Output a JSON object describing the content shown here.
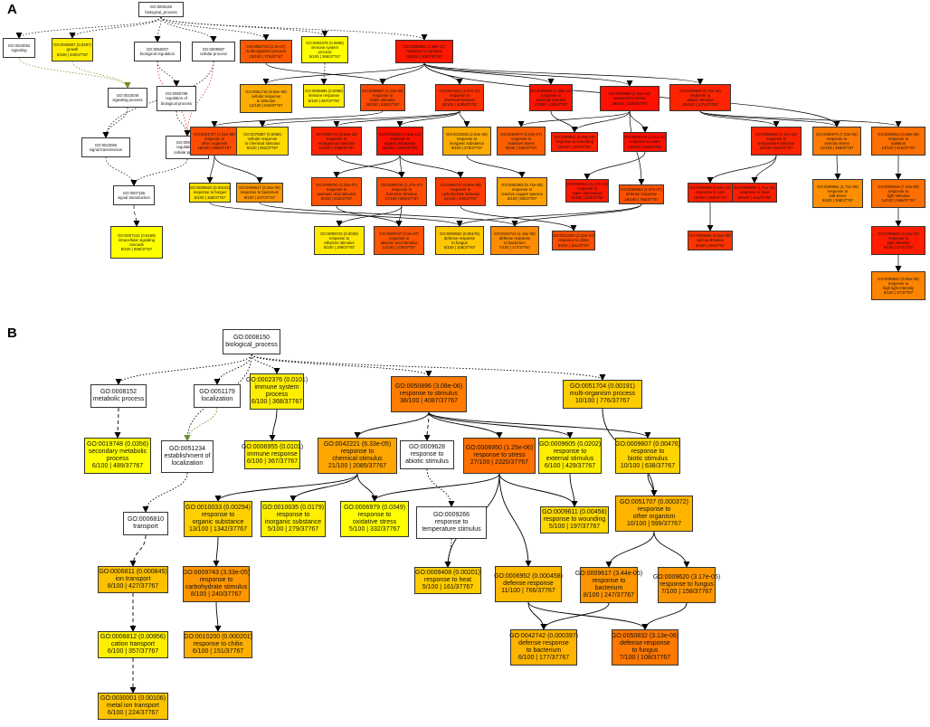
{
  "panels": [
    {
      "label": "A",
      "nodes": [
        {
          "id": "a0",
          "lines": [
            "GO:0008150",
            "biological_process"
          ],
          "color": "#ffffff"
        },
        {
          "id": "a1",
          "lines": [
            "GO:0023052",
            "signaling"
          ],
          "color": "#ffffff"
        },
        {
          "id": "a2",
          "lines": [
            "GO:0040007 (0.0297)",
            "growth",
            "5/100 | 340/37767"
          ],
          "color": "#ffee00"
        },
        {
          "id": "a3",
          "lines": [
            "GO:0065007",
            "biological regulation"
          ],
          "color": "#ffffff"
        },
        {
          "id": "a4",
          "lines": [
            "GO:0009987",
            "cellular process"
          ],
          "color": "#ffffff"
        },
        {
          "id": "a5",
          "lines": [
            "GO:0051704 (2.2e-07)",
            "multi-organism process",
            "13/100 | 776/37767"
          ],
          "color": "#ff5a00"
        },
        {
          "id": "a6",
          "lines": [
            "GO:0002376 (0.0598)",
            "immune system",
            "process",
            "5/100 | 368/37767"
          ],
          "color": "#ffff00"
        },
        {
          "id": "a7",
          "lines": [
            "GO:0050896 (1.06e-17)",
            "response to stimulus",
            "38/100 | 4087/37767"
          ],
          "color": "#ff1800"
        },
        {
          "id": "a8",
          "lines": [
            "GO:0023046",
            "signaling process"
          ],
          "color": "#ffffff"
        },
        {
          "id": "a9",
          "lines": [
            "GO:0050789",
            "regulation of",
            "biological process"
          ],
          "color": "#ffffff"
        },
        {
          "id": "a10",
          "lines": [
            "GO:0051716 (8.55e-05)",
            "cellular response",
            "to stimulus",
            "12/100 | 840/37767"
          ],
          "color": "#ffae00"
        },
        {
          "id": "a11",
          "lines": [
            "GO:0006955 (0.0098)",
            "immune response",
            "5/100 | 367/37767"
          ],
          "color": "#ffee00"
        },
        {
          "id": "a12",
          "lines": [
            "GO:0009607 (2.24e-09)",
            "response to",
            "biotic stimulus",
            "18/100 | 638/37767"
          ],
          "color": "#ff4800"
        },
        {
          "id": "a13",
          "lines": [
            "GO:0042221 (3.47e-11)",
            "response to",
            "chemical stimulus",
            "32/100 | 2085/37767"
          ],
          "color": "#ff3000"
        },
        {
          "id": "a14",
          "lines": [
            "GO:0009605 (1.05e-10)",
            "response to",
            "external stimulus",
            "17/100 | 429/37767"
          ],
          "color": "#ff1400"
        },
        {
          "id": "a15",
          "lines": [
            "GO:0006950 (1.36e-13)",
            "response to stress",
            "38/100 | 2320/37767"
          ],
          "color": "#ff1000"
        },
        {
          "id": "a16",
          "lines": [
            "GO:0009628 (5.72e-10)",
            "response to",
            "abiotic stimulus",
            "25/100 | 1471/37767"
          ],
          "color": "#ff2400"
        },
        {
          "id": "a17",
          "lines": [
            "GO:0023060",
            "signal transmission"
          ],
          "color": "#ffffff"
        },
        {
          "id": "a18",
          "lines": [
            "GO:0050794",
            "regulation of",
            "cellular process"
          ],
          "color": "#ffffff"
        },
        {
          "id": "a19",
          "lines": [
            "GO:0051707 (1.01e-08)",
            "response to",
            "other organism",
            "15/100 | 599/37767"
          ],
          "color": "#ff4c00"
        },
        {
          "id": "a20",
          "lines": [
            "GO:0070887 (0.0066)",
            "cellular response",
            "to chemical stimulus",
            "6/100 | 452/37767"
          ],
          "color": "#ffda00"
        },
        {
          "id": "a21",
          "lines": [
            "GO:0009719 (6.53e-10)",
            "response to",
            "endogenous stimulus",
            "21/100 | 1098/37767"
          ],
          "color": "#ff2200"
        },
        {
          "id": "a22",
          "lines": [
            "GO:0010033 (3.56e-14)",
            "response to",
            "organic substance",
            "32/100 | 1342/37767"
          ],
          "color": "#ff1000"
        },
        {
          "id": "a23",
          "lines": [
            "GO:0010035 (2.04e-05)",
            "response to",
            "inorganic substance",
            "8/100 | 279/37767"
          ],
          "color": "#ffaa00"
        },
        {
          "id": "a24",
          "lines": [
            "GO:0006979 (3.04e-07)",
            "response to",
            "oxidative stress",
            "9/100 | 332/37767"
          ],
          "color": "#ff5e00"
        },
        {
          "id": "a25",
          "lines": [
            "GO:0009611 (5.93e-10)",
            "response to wounding",
            "11/100 | 197/37767"
          ],
          "color": "#ff1e00"
        },
        {
          "id": "a26",
          "lines": [
            "GO:0009415 (1.41e-11)",
            "response to water",
            "12/100 | 240/37767"
          ],
          "color": "#ff1000"
        },
        {
          "id": "a27",
          "lines": [
            "GO:0009266 (1.17e-10)",
            "response to",
            "temperature stimulus",
            "16/100 | 593/37767"
          ],
          "color": "#ff2400"
        },
        {
          "id": "a28",
          "lines": [
            "GO:0006970 (7.23e-06)",
            "response to",
            "osmotic stress",
            "12/100 | 468/37767"
          ],
          "color": "#ff7a00"
        },
        {
          "id": "a29",
          "lines": [
            "GO:0009314 (3.48e-06)",
            "response to",
            "radiation",
            "14/100 | 618/37767"
          ],
          "color": "#ff6e00"
        },
        {
          "id": "a30",
          "lines": [
            "GO:0007165",
            "signal transduction"
          ],
          "color": "#ffffff"
        },
        {
          "id": "a31",
          "lines": [
            "GO:0009620 (0.00102)",
            "response to fungus",
            "5/100 | 158/37767"
          ],
          "color": "#ffe000"
        },
        {
          "id": "a32",
          "lines": [
            "GO:0009617 (6.05e-06)",
            "response to bacterium",
            "8/100 | 247/37767"
          ],
          "color": "#ff9600"
        },
        {
          "id": "a33",
          "lines": [
            "GO:0009753 (2.32e-07)",
            "response to",
            "jasmonic acid stimulus",
            "9/100 | 215/37767"
          ],
          "color": "#ff5200"
        },
        {
          "id": "a34",
          "lines": [
            "GO:0009725 (1.47e-07)",
            "response to",
            "hormone stimulus",
            "17/100 | 882/37767"
          ],
          "color": "#ff4a00"
        },
        {
          "id": "a35",
          "lines": [
            "GO:0009743 (8.86e-09)",
            "response to",
            "carbohydrate stimulus",
            "11/100 | 240/37767"
          ],
          "color": "#ff3c00"
        },
        {
          "id": "a36",
          "lines": [
            "GO:0000302 (5.74e-05)",
            "response to",
            "reactive oxygen species",
            "5/100 | 85/37767"
          ],
          "color": "#ffa000"
        },
        {
          "id": "a37",
          "lines": [
            "GO:0009414 (1.17e-10)",
            "response to",
            "water deprivation",
            "11/100 | 226/37767"
          ],
          "color": "#ff1800"
        },
        {
          "id": "a38",
          "lines": [
            "GO:0006952 (1.97e-07)",
            "defense response",
            "18/100 | 766/37767"
          ],
          "color": "#ff5200"
        },
        {
          "id": "a39",
          "lines": [
            "GO:0009409 (6.94e-10)",
            "response to cold",
            "13/100 | 329/37767"
          ],
          "color": "#ff1e00"
        },
        {
          "id": "a40",
          "lines": [
            "GO:0009408 (1.71e-10)",
            "response to heat",
            "10/100 | 161/37767"
          ],
          "color": "#ff1c00"
        },
        {
          "id": "a41",
          "lines": [
            "GO:0009651 (1.71e-05)",
            "response to",
            "salt stress",
            "9/100 | 368/37767"
          ],
          "color": "#ff8e00"
        },
        {
          "id": "a42",
          "lines": [
            "GO:0009416 (7.23e-06)",
            "response to",
            "light stimulus",
            "14/100 | 596/37767"
          ],
          "color": "#ff6e00"
        },
        {
          "id": "a43",
          "lines": [
            "GO:0007242 (0.0469)",
            "intracellular signaling",
            "cascade",
            "8/100 | 659/37767"
          ],
          "color": "#ffff00"
        },
        {
          "id": "a44",
          "lines": [
            "GO:0009723 (0.0028)",
            "response to",
            "ethylene stimulus",
            "5/100 | 199/37767"
          ],
          "color": "#ffe800"
        },
        {
          "id": "a45",
          "lines": [
            "GO:0009737 (2.5e-07)",
            "response to",
            "abscisic acid stimulus",
            "11/100 | 378/37767"
          ],
          "color": "#ff5400"
        },
        {
          "id": "a46",
          "lines": [
            "GO:0050832 (0.00175)",
            "defense response",
            "to fungus",
            "5/100 | 108/37767"
          ],
          "color": "#ffc800"
        },
        {
          "id": "a47",
          "lines": [
            "GO:0042742 (1.15e-05)",
            "defense response",
            "to bacterium",
            "7/100 | 177/37767"
          ],
          "color": "#ff8c00"
        },
        {
          "id": "a48",
          "lines": [
            "GO:0010200 (2.32e-07)",
            "response to chitin",
            "8/100 | 151/37767"
          ],
          "color": "#ff4e00"
        },
        {
          "id": "a49",
          "lines": [
            "GO:0009631 (5.53e-08)",
            "cold acclimation",
            "6/100 | 25/37767"
          ],
          "color": "#ff3400"
        },
        {
          "id": "a50",
          "lines": [
            "GO:0009642 (3.24e-10)",
            "response to",
            "light intensity",
            "9/100 | 57/37767"
          ],
          "color": "#ff1c00"
        },
        {
          "id": "a51",
          "lines": [
            "GO:0009644 (9.95e-06)",
            "response to",
            "high light intensity",
            "6/100 | 37/37767"
          ],
          "color": "#ff8400"
        }
      ]
    },
    {
      "label": "B",
      "nodes": [
        {
          "id": "b0",
          "lines": [
            "GO:0008150",
            "biological_process"
          ],
          "color": "#ffffff"
        },
        {
          "id": "b1",
          "lines": [
            "GO:0008152",
            "metabolic process"
          ],
          "color": "#ffffff"
        },
        {
          "id": "b2",
          "lines": [
            "GO:0051179",
            "localization"
          ],
          "color": "#ffffff"
        },
        {
          "id": "b3",
          "lines": [
            "GO:0002376 (0.0101)",
            "immune system",
            "process",
            "6/100 | 368/37767"
          ],
          "color": "#ffee00"
        },
        {
          "id": "b4",
          "lines": [
            "GO:0050896 (3.08e-06)",
            "response to stimulus",
            "38/100 | 4087/37767"
          ],
          "color": "#ff7c00"
        },
        {
          "id": "b5",
          "lines": [
            "GO:0051704 (0.00191)",
            "multi-organism process",
            "10/100 | 776/37767"
          ],
          "color": "#ffcc00"
        },
        {
          "id": "b6",
          "lines": [
            "GO:0019748 (0.0356)",
            "secondary metabolic",
            "process",
            "6/100 | 489/37767"
          ],
          "color": "#ffff00"
        },
        {
          "id": "b7",
          "lines": [
            "GO:0051234",
            "establishment of",
            "localization"
          ],
          "color": "#ffffff"
        },
        {
          "id": "b8",
          "lines": [
            "GO:0006955 (0.0101)",
            "immune response",
            "6/100 | 367/37767"
          ],
          "color": "#ffee00"
        },
        {
          "id": "b9",
          "lines": [
            "GO:0042221 (6.33e-05)",
            "response to",
            "chemical stimulus",
            "21/100 | 2085/37767"
          ],
          "color": "#ffa600"
        },
        {
          "id": "b10",
          "lines": [
            "GO:0009628",
            "response to",
            "abiotic stimulus"
          ],
          "color": "#ffffff"
        },
        {
          "id": "b11",
          "lines": [
            "GO:0006950 (1.25e-06)",
            "response to stress",
            "27/100 | 2320/37767"
          ],
          "color": "#ff7000"
        },
        {
          "id": "b12",
          "lines": [
            "GO:0009605 (0.0202)",
            "response to",
            "external stimulus",
            "6/100 | 429/37767"
          ],
          "color": "#ffee00"
        },
        {
          "id": "b13",
          "lines": [
            "GO:0009607 (0.00476)",
            "response to",
            "biotic stimulus",
            "10/100 | 638/37767"
          ],
          "color": "#ffd400"
        },
        {
          "id": "b14",
          "lines": [
            "GO:0006810",
            "transport"
          ],
          "color": "#ffffff"
        },
        {
          "id": "b15",
          "lines": [
            "GO:0010033 (0.00294)",
            "response to",
            "organic substance",
            "13/100 | 1342/37767"
          ],
          "color": "#ffd000"
        },
        {
          "id": "b16",
          "lines": [
            "GO:0010035 (0.0179)",
            "response to",
            "inorganic substance",
            "5/100 | 279/37767"
          ],
          "color": "#ffee00"
        },
        {
          "id": "b17",
          "lines": [
            "GO:0006979 (0.0349)",
            "response to",
            "oxidative stress",
            "5/100 | 332/37767"
          ],
          "color": "#ffff00"
        },
        {
          "id": "b18",
          "lines": [
            "GO:0009266",
            "response to",
            "temperature stimulus"
          ],
          "color": "#ffffff"
        },
        {
          "id": "b19",
          "lines": [
            "GO:0009611 (0.00456)",
            "response to wounding",
            "5/100 | 197/37767"
          ],
          "color": "#ffd800"
        },
        {
          "id": "b20",
          "lines": [
            "GO:0051707 (0.000372)",
            "response to",
            "other organism",
            "10/100 | 599/37767"
          ],
          "color": "#ffb400"
        },
        {
          "id": "b21",
          "lines": [
            "GO:0006811 (0.000845)",
            "ion transport",
            "8/100 | 427/37767"
          ],
          "color": "#ffc000"
        },
        {
          "id": "b22",
          "lines": [
            "GO:0009743 (3.33e-05)",
            "response to",
            "carbohydrate stimulus",
            "8/100 | 240/37767"
          ],
          "color": "#ff9600"
        },
        {
          "id": "b23",
          "lines": [
            "GO:0009408 (0.00201)",
            "response to heat",
            "5/100 | 161/37767"
          ],
          "color": "#ffcc00"
        },
        {
          "id": "b24",
          "lines": [
            "GO:0006952 (0.000458)",
            "defense response",
            "11/100 | 766/37767"
          ],
          "color": "#ffb800"
        },
        {
          "id": "b25",
          "lines": [
            "GO:0009617 (3.44e-05)",
            "response to",
            "bacterium",
            "8/100 | 247/37767"
          ],
          "color": "#ff9600"
        },
        {
          "id": "b26",
          "lines": [
            "GO:0009620 (3.17e-05)",
            "response to fungus",
            "7/100 | 158/37767"
          ],
          "color": "#ff9600"
        },
        {
          "id": "b27",
          "lines": [
            "GO:0006812 (0.00956)",
            "cation transport",
            "6/100 | 357/37767"
          ],
          "color": "#ffee00"
        },
        {
          "id": "b28",
          "lines": [
            "GO:0010200 (0.000201)",
            "response to chitin",
            "6/100 | 151/37767"
          ],
          "color": "#ffb000"
        },
        {
          "id": "b29",
          "lines": [
            "GO:0042742 (0.000397)",
            "defense response",
            "to bacterium",
            "6/100 | 177/37767"
          ],
          "color": "#ffb400"
        },
        {
          "id": "b30",
          "lines": [
            "GO:0050832 (3.13e-06)",
            "defense response",
            "to fungus",
            "7/100 | 108/37767"
          ],
          "color": "#ff7800"
        },
        {
          "id": "b31",
          "lines": [
            "GO:0030001 (0.00106)",
            "metal ion transport",
            "6/100 | 224/37767"
          ],
          "color": "#ffc400"
        }
      ]
    }
  ]
}
